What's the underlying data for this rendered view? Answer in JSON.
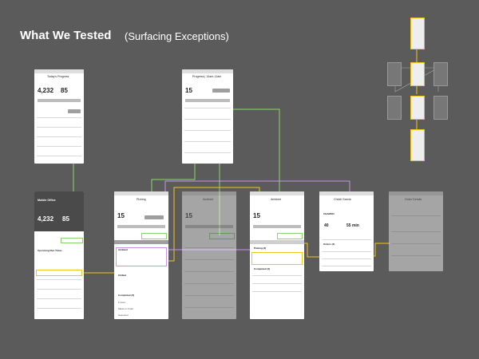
{
  "header": {
    "title": "What We Tested",
    "subtitle": "(Surfacing Exceptions)"
  },
  "screens": {
    "todays_progress": {
      "title": "Today's Progress",
      "value_left": "4,232",
      "value_right": "85"
    },
    "progress_hour": {
      "title": "Progress | 10am-11am",
      "value": "15"
    },
    "mobile_office": {
      "title": "Mobile Office",
      "value_left": "4,232",
      "value_right": "85",
      "section": "Upcoming Run Times"
    },
    "picking": {
      "title": "Picking",
      "value": "15",
      "item_1": "Ambient",
      "item_2": "Chilled",
      "section": "Completed (3)",
      "item_3": "Frozen",
      "item_4": "Made to Order",
      "item_5": "Seasonal"
    },
    "ambient_faded": {
      "title": "Ambient",
      "value": "15"
    },
    "ambient": {
      "title": "Ambient",
      "value": "15",
      "section_1": "Picking (3)",
      "section_2": "Completed (3)"
    },
    "chekil_garcia": {
      "title": "Chekil Garcia",
      "name": "CHAMON",
      "value_1": "40",
      "value_2": "55 min",
      "section": "Orders (3)"
    },
    "order_details": {
      "title": "Order Details"
    }
  },
  "accents": {
    "yellow": "#f0c419",
    "green": "#8bd46b",
    "purple": "#c792ea"
  }
}
